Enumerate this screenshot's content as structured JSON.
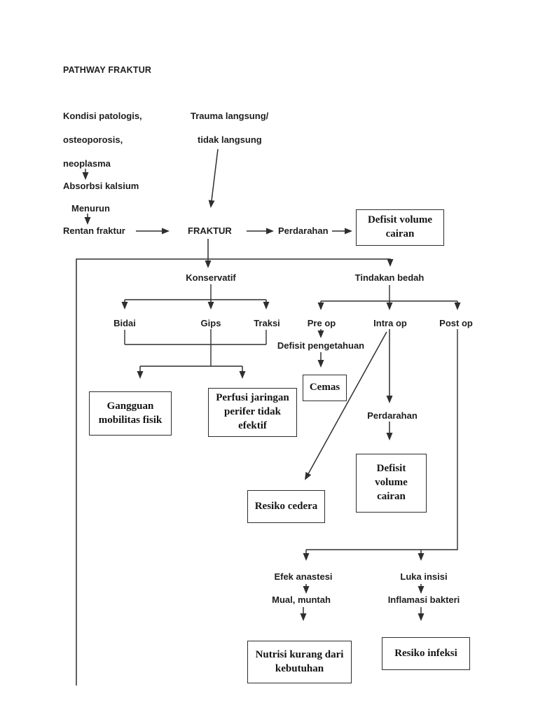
{
  "page": {
    "title": "PATHWAY FRAKTUR"
  },
  "etiology": {
    "pathologic1": "Kondisi patologis,",
    "pathologic2": "osteoporosis,",
    "pathologic3": "neoplasma",
    "absorption": "Absorbsi kalsium",
    "decrease": "Menurun",
    "prone": "Rentan fraktur",
    "trauma1": "Trauma langsung/",
    "trauma2": "tidak langsung"
  },
  "core": {
    "fracture": "FRAKTUR",
    "bleeding": "Perdarahan",
    "fluid_deficit_box": "Defisit volume cairan"
  },
  "conservative": {
    "label": "Konservatif",
    "options": [
      "Bidai",
      "Gips",
      "Traksi"
    ],
    "dx_mobility": "Gangguan mobilitas fisik",
    "dx_perfusion": "Perfusi jaringan perifer tidak efektif"
  },
  "surgery": {
    "label": "Tindakan bedah",
    "phases": [
      "Pre op",
      "Intra op",
      "Post op"
    ],
    "knowledge_deficit": "Defisit pengetahuan",
    "dx_anxiety": "Cemas",
    "bleeding": "Perdarahan",
    "dx_fluid_deficit": "Defisit volume cairan",
    "dx_injury_risk": "Resiko cedera",
    "anesthesia_effect": "Efek anastesi",
    "nausea": "Mual, muntah",
    "dx_nutrition": "Nutrisi kurang dari kebutuhan",
    "incision": "Luka insisi",
    "inflammation": "Inflamasi bakteri",
    "dx_infection_risk": "Resiko infeksi"
  },
  "colors": {
    "text": "#1e1e1e",
    "line": "#2f2f2f",
    "box_border": "#2d2d2d",
    "page_bg": "#ffffff"
  }
}
